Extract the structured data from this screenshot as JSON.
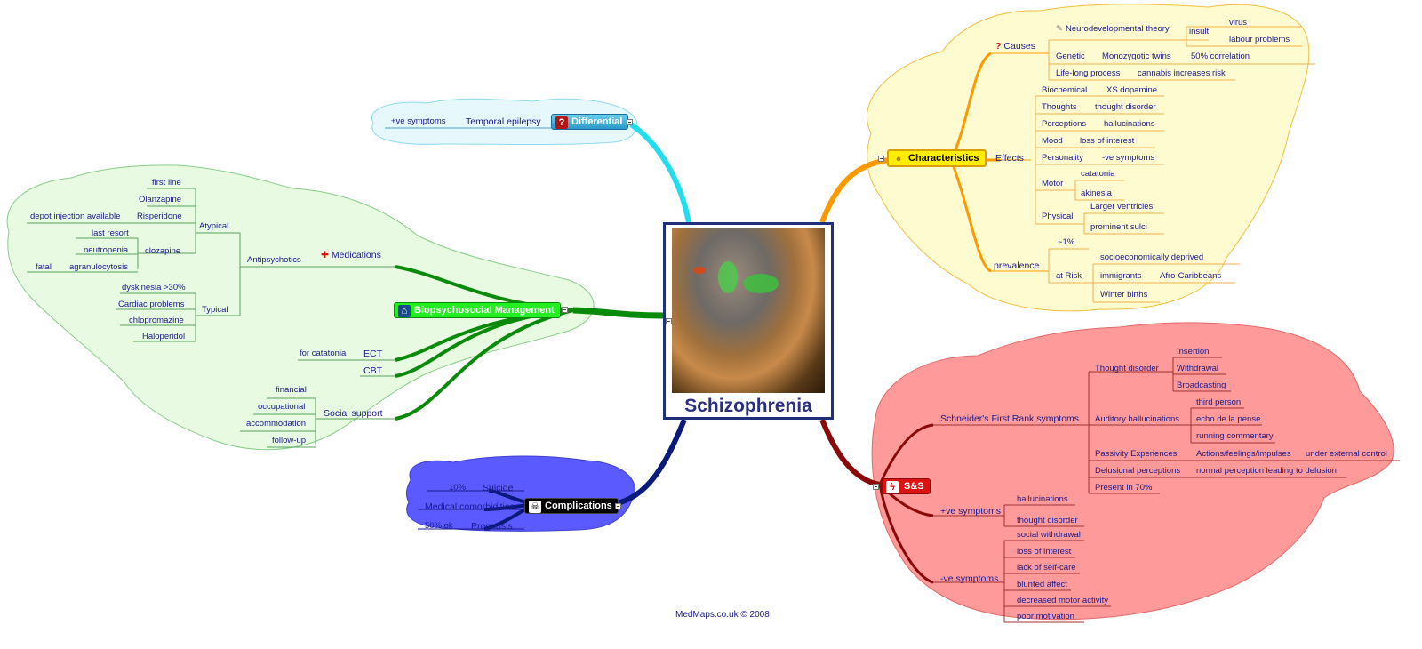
{
  "center": {
    "title": "Schizophrenia"
  },
  "footer": "MedMaps.co.uk © 2008",
  "branches": {
    "differential": "Differential",
    "characteristics": "Characteristics",
    "biopsychosocial": "Biopsychosocial Management",
    "complications": "Complications",
    "ss": "S&S"
  },
  "differential": {
    "temporal_epilepsy": "Temporal epilepsy",
    "pos_symptoms": "+ve symptoms"
  },
  "characteristics": {
    "causes": "Causes",
    "neurodevelopmental": "Neurodevelopmental theory",
    "insult": "insult",
    "virus": "virus",
    "labour": "labour problems",
    "genetic": "Genetic",
    "mono_twins": "Monozygotic twins",
    "correlation": "50% correlation",
    "lifelong": "Life-long process",
    "cannabis": "cannabis increases risk",
    "effects": "Effects",
    "biochemical": "Biochemical",
    "xs_dopamine": "XS dopamine",
    "thoughts": "Thoughts",
    "thought_disorder": "thought disorder",
    "perceptions": "Perceptions",
    "hallucinations": "hallucinations",
    "mood": "Mood",
    "loss_interest": "loss of interest",
    "personality": "Personality",
    "neg_symptoms": "-ve symptoms",
    "motor": "Motor",
    "catatonia": "catatonia",
    "akinesia": "akinesia",
    "physical": "Physical",
    "larger_ventricles": "Larger ventricles",
    "prominent_sulci": "prominent sulci",
    "prevalence": "prevalence",
    "one_percent": "~1%",
    "at_risk": "at Risk",
    "socio": "socioeconomically deprived",
    "immigrants": "immigrants",
    "afro": "Afro-Caribbeans",
    "winter": "Winter births"
  },
  "management": {
    "medications": "Medications",
    "antipsychotics": "Antipsychotics",
    "atypical": "Atypical",
    "first_line": "first line",
    "olanzapine": "Olanzapine",
    "risperidone": "Risperidone",
    "depot": "depot injection available",
    "clozapine": "clozapine",
    "last_resort": "last resort",
    "neutropenia": "neutropenia",
    "agranulocytosis": "agranulocytosis",
    "fatal": "fatal",
    "typical": "Typical",
    "dyskinesia": "dyskinesia >30%",
    "cardiac": "Cardiac problems",
    "chlorpromazine": "chlopromazine",
    "haloperidol": "Haloperidol",
    "ect": "ECT",
    "for_catatonia": "for catatonia",
    "cbt": "CBT",
    "social_support": "Social support",
    "financial": "financial",
    "occupational": "occupational",
    "accommodation": "accommodation",
    "follow_up": "follow-up"
  },
  "complications": {
    "suicide": "Suicide",
    "ten_percent": "10%",
    "medical_comorbidities": "Medical comorbidities",
    "prognosis": "Prognosis",
    "fifty_ok": "50% ok"
  },
  "ss": {
    "schneider": "Schneider's First Rank symptoms",
    "thought_disorder": "Thought disorder",
    "insertion": "Insertion",
    "withdrawal": "Withdrawal",
    "broadcasting": "Broadcasting",
    "auditory": "Auditory hallucinations",
    "third_person": "third person",
    "echo": "echo de la pense",
    "running": "running commentary",
    "passivity": "Passivity Experiences",
    "actions": "Actions/feelings/impulses",
    "external": "under external control",
    "delusional": "Delusional perceptions",
    "normal_perception": "normal perception leading to delusion",
    "present70": "Present in 70%",
    "pos_symptoms": "+ve symptoms",
    "hallucinations": "hallucinations",
    "thought_disorder_lc": "thought disorder",
    "neg_symptoms": "-ve symptoms",
    "social_withdrawal": "social withdrawal",
    "loss_interest": "loss of interest",
    "self_care": "lack of self-care",
    "blunted": "blunted affect",
    "motor_activity": "decreased motor activity",
    "motivation": "poor motivation"
  },
  "colors": {
    "differential": "#3fb0d8",
    "characteristics": "#ffe000",
    "biopsychosocial": "#22cc22",
    "complications": "#000000",
    "ss": "#dd1111",
    "text": "#1a1a8c"
  }
}
